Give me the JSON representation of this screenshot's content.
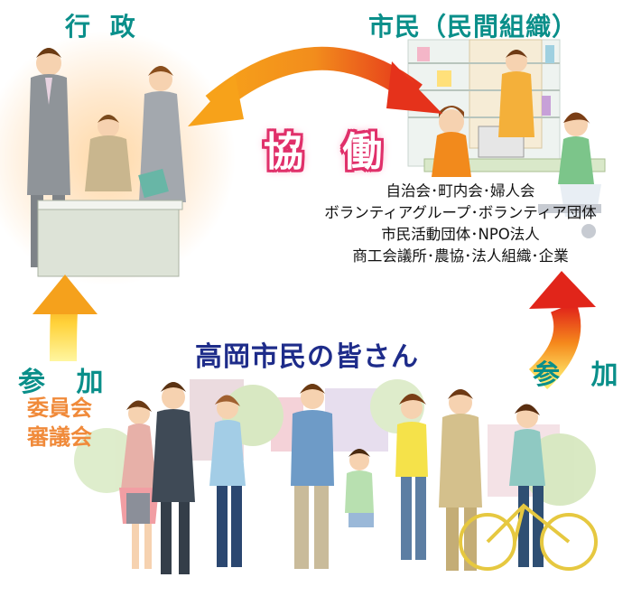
{
  "labels": {
    "government": "行 政",
    "citizens": "市民（民間組織）",
    "collaboration": "協 働",
    "center": "高岡市民の皆さん",
    "participate_left": "参 加",
    "participate_right": "参 加",
    "committee": "委員会",
    "council": "審議会"
  },
  "organizations": [
    "自治会･町内会･婦人会",
    "ボランティアグループ･ボランティア団体",
    "市民活動団体･NPO法人",
    "商工会議所･農協･法人組織･企業"
  ],
  "colors": {
    "teal": "#0a8f8a",
    "navy": "#1e2c8a",
    "pink": "#e0306a",
    "orange": "#f08a3a",
    "arrow_orange": "#f39a1e",
    "arrow_red": "#e8301c",
    "arrow_yellow": "#ffd23a"
  }
}
